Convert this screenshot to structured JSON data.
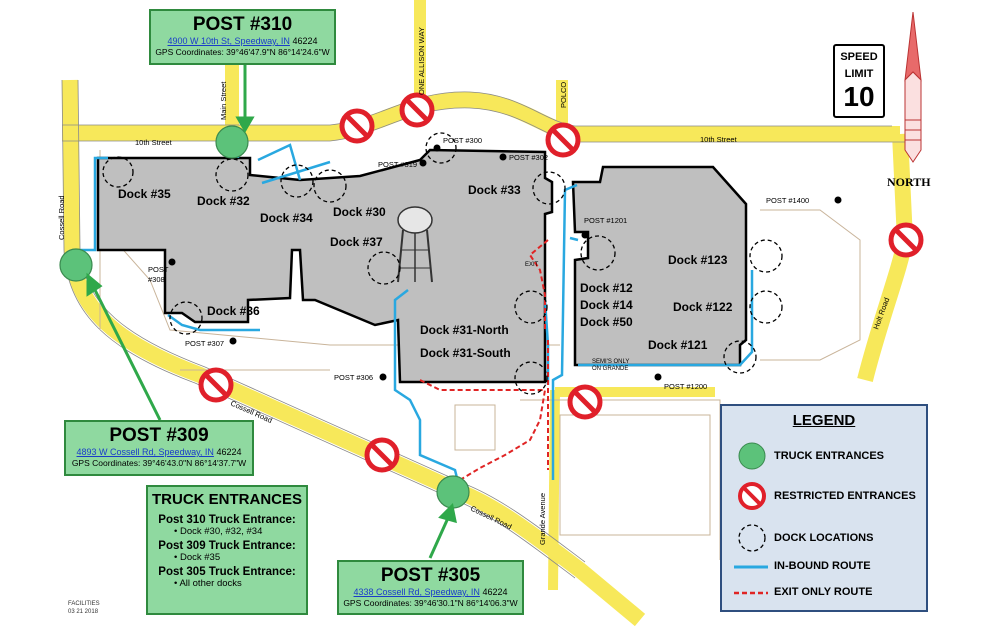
{
  "posts": {
    "p310": {
      "title": "POST #310",
      "address": "4900 W 10th St, Speedway, IN",
      "zip": "46224",
      "gps": "GPS Coordinates: 39°46'47.9\"N 86°14'24.6\"W"
    },
    "p309": {
      "title": "POST #309",
      "address": "4893 W Cossell Rd, Speedway, IN",
      "zip": "46224",
      "gps": "GPS Coordinates: 39°46'43.0\"N 86°14'37.7\"W"
    },
    "p305": {
      "title": "POST #305",
      "address": "4338 Cossell Rd, Speedway, IN",
      "zip": "46224",
      "gps": "GPS Coordinates: 39°46'30.1\"N 86°14'06.3\"W"
    }
  },
  "truck_entrances": {
    "heading": "TRUCK ENTRANCES",
    "e310": "Post 310 Truck Entrance:",
    "d310": "Dock #30, #32, #34",
    "e309": "Post 309 Truck Entrance:",
    "d309": "Dock #35",
    "e305": "Post 305 Truck Entrance:",
    "d305": "All other docks"
  },
  "legend": {
    "title": "LEGEND",
    "truck": "TRUCK ENTRANCES",
    "restricted": "RESTRICTED ENTRANCES",
    "dock": "DOCK LOCATIONS",
    "inbound": "IN-BOUND ROUTE",
    "exit": "EXIT ONLY ROUTE"
  },
  "speed": {
    "line1": "SPEED",
    "line2": "LIMIT",
    "value": "10"
  },
  "north": "NORTH",
  "streets": {
    "tenth_w": "10th Street",
    "tenth_e": "10th Street",
    "main": "Main Street",
    "allison": "ONE ALLISON WAY",
    "polco": "POLCO",
    "cossell_w": "Cossell Road",
    "cossell_mid": "Cossell Road",
    "cossell_s": "Cossell Road",
    "grande": "Grande Avenue",
    "holt": "Holt Road"
  },
  "docks": {
    "d35": "Dock #35",
    "d32": "Dock #32",
    "d34": "Dock #34",
    "d30": "Dock #30",
    "d37": "Dock #37",
    "d33": "Dock #33",
    "d36": "Dock #36",
    "d31n": "Dock #31-North",
    "d31s": "Dock #31-South",
    "d12": "Dock #12",
    "d14": "Dock #14",
    "d50": "Dock #50",
    "d123": "Dock #123",
    "d122": "Dock #122",
    "d121": "Dock #121"
  },
  "small_posts": {
    "p300": "POST #300",
    "p302": "POST #302",
    "p319": "POST #319",
    "p1201": "POST #1201",
    "p1400": "POST #1400",
    "p308a": "POST",
    "p308b": "#308",
    "p307": "POST #307",
    "p306": "POST #306",
    "p1200": "POST #1200"
  },
  "misc": {
    "exit": "EXIT",
    "semis1": "SEMI'S ONLY",
    "semis2": "ON GRANDE"
  },
  "footnote": {
    "l1": "FACILITIES",
    "l2": "03 21 2018"
  },
  "colors": {
    "road": "#f7e85a",
    "building": "#bfbfbf",
    "inbound": "#29a8e0",
    "exit": "#e02424",
    "truck": "#5cc27a",
    "restricted": "#e0202a",
    "boxfill": "#8fd9a0",
    "legendfill": "#d9e3ef"
  }
}
